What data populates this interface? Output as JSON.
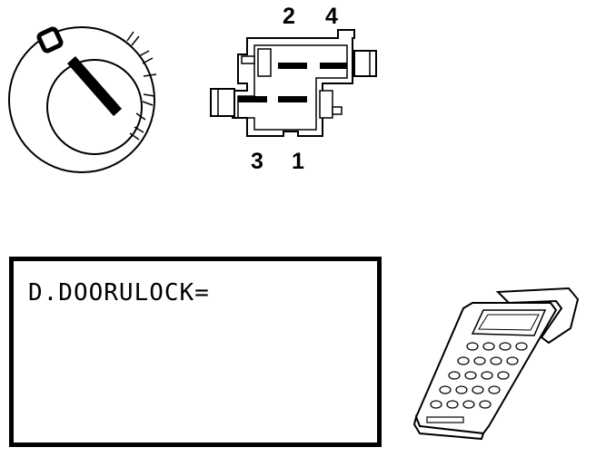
{
  "connector": {
    "pin_labels_top": [
      "2",
      "4"
    ],
    "pin_labels_bottom": [
      "3",
      "1"
    ]
  },
  "display": {
    "text": "D.DOORULOCK="
  },
  "icons": {
    "ignition": "ignition-switch-icon",
    "connector": "connector-icon",
    "tester": "handheld-tester-icon"
  }
}
